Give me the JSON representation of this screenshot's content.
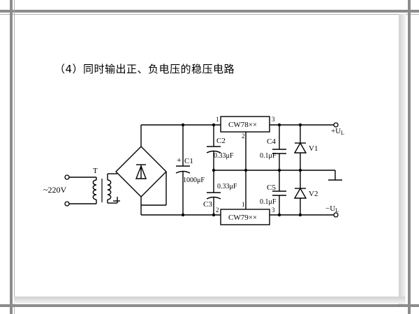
{
  "slide": {
    "title": "（4）同时输出正、负电压的稳压电路"
  },
  "circuit": {
    "source": "~220V",
    "transformer": "T",
    "regulator_pos": "CW78××",
    "regulator_neg": "CW79××",
    "pin_1": "1",
    "pin_2": "2",
    "pin_3": "3",
    "c1_name": "C1",
    "c1_value": "1000μF",
    "c2_name": "C2",
    "c2_value": "0.33μF",
    "c3_name": "C3",
    "c3_value": "0.33μF",
    "c4_name": "C4",
    "c4_value": "0.1μF",
    "c5_name": "C5",
    "c5_value": "0.1μF",
    "v1": "V1",
    "v2": "V2",
    "out_pos": "+U",
    "out_neg": "−U",
    "out_sub": "L",
    "plus_sign": "+"
  }
}
